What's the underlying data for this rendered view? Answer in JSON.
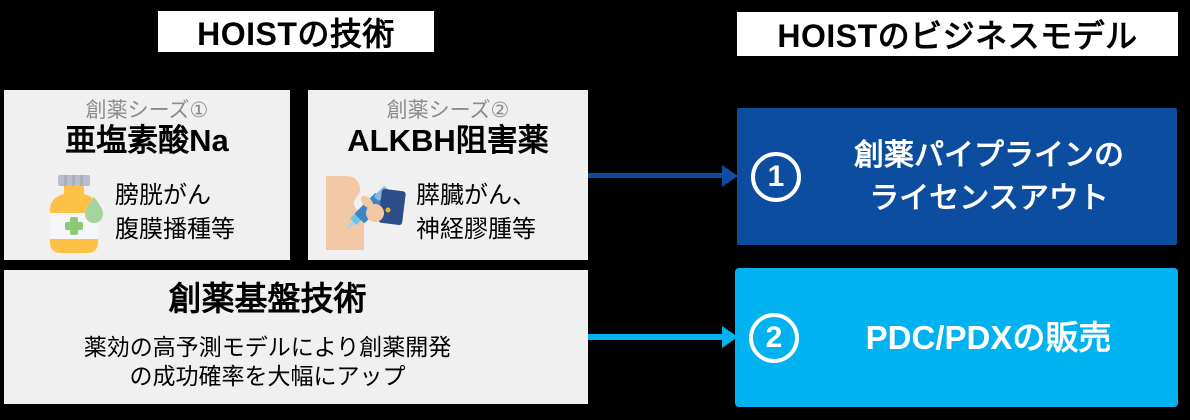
{
  "colors": {
    "background": "#000000",
    "panel_gray": "#f0f0f0",
    "tag_gray": "#8c8c8c",
    "dark_blue": "#0c4da0",
    "cyan": "#00b2ef",
    "title_box": "#ffffff",
    "text_black": "#000000",
    "text_white": "#ffffff"
  },
  "section_titles": {
    "technology": "HOISTの技術",
    "business_model": "HOISTのビジネスモデル"
  },
  "seed_boxes": [
    {
      "tag": "創薬シーズ①",
      "name": "亜塩素酸Na",
      "icon": "medicine-bottle-icon",
      "indication_line1": "膀胱がん",
      "indication_line2": "腹膜播種等"
    },
    {
      "tag": "創薬シーズ②",
      "name": "ALKBH阻害薬",
      "icon": "injection-icon",
      "indication_line1": "膵臓がん、",
      "indication_line2": "神経膠腫等"
    }
  ],
  "platform_box": {
    "title": "創薬基盤技術",
    "description_line1": "薬効の高予測モデルにより創薬開発",
    "description_line2": "の成功確率を大幅にアップ"
  },
  "business_boxes": [
    {
      "number": "1",
      "line1": "創薬パイプラインの",
      "line2": "ライセンスアウト"
    },
    {
      "number": "2",
      "line1": "PDC/PDXの販売"
    }
  ]
}
